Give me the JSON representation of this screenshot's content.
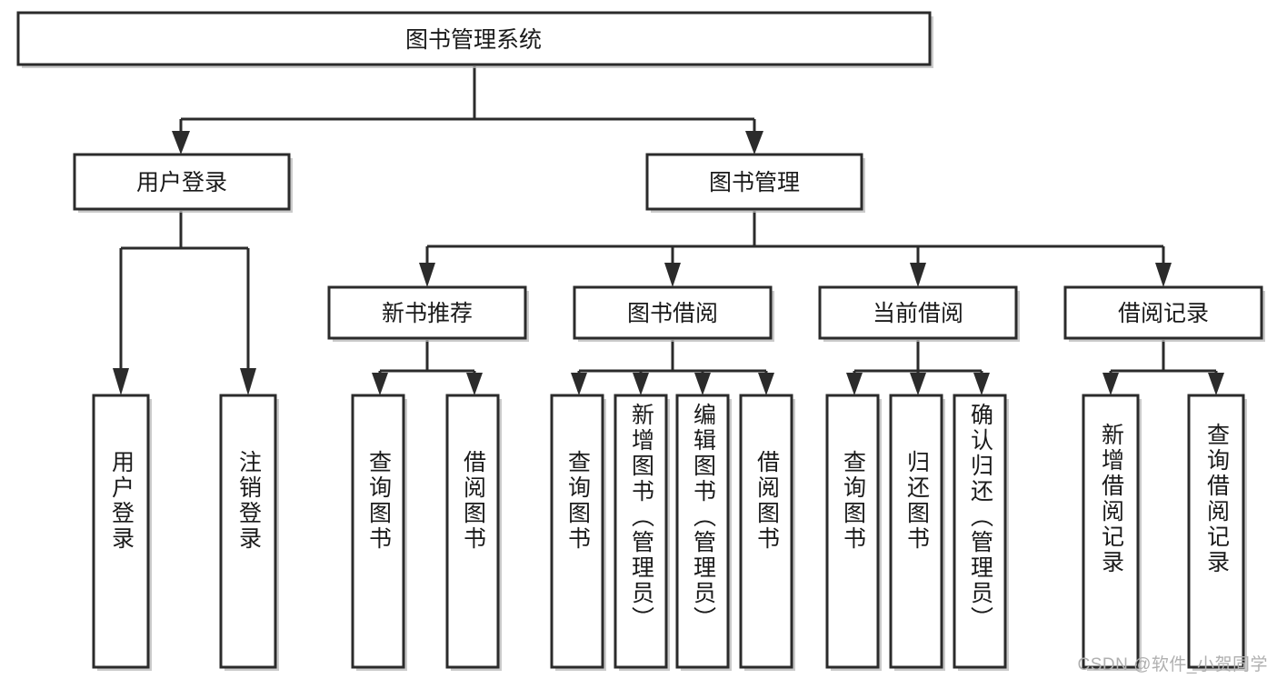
{
  "diagram": {
    "title": "图书管理系统",
    "type": "tree",
    "watermark": "CSDN @软件_小贺同学",
    "colors": {
      "box_fill": "#ffffff",
      "box_stroke": "#2b2b2b",
      "connector": "#2b2b2b",
      "shadow": "#b9b9b9",
      "text": "#1a1a1a",
      "watermark": "#b0b0b0",
      "background": "#ffffff"
    },
    "levels": {
      "root": {
        "label": "图书管理系统"
      },
      "level2": [
        {
          "id": "user-login",
          "label": "用户登录"
        },
        {
          "id": "book-management",
          "label": "图书管理"
        }
      ],
      "level3": [
        {
          "id": "new-book-recommend",
          "label": "新书推荐",
          "parent": "book-management"
        },
        {
          "id": "book-borrow",
          "label": "图书借阅",
          "parent": "book-management"
        },
        {
          "id": "current-borrow",
          "label": "当前借阅",
          "parent": "book-management"
        },
        {
          "id": "borrow-record",
          "label": "借阅记录",
          "parent": "book-management"
        }
      ],
      "leaves": [
        {
          "id": "leaf-user-login",
          "label": "用户登录",
          "parent": "user-login"
        },
        {
          "id": "leaf-logout-login",
          "label": "注销登录",
          "parent": "user-login"
        },
        {
          "id": "leaf-query-book-1",
          "label": "查询图书",
          "parent": "new-book-recommend"
        },
        {
          "id": "leaf-borrow-book-1",
          "label": "借阅图书",
          "parent": "new-book-recommend"
        },
        {
          "id": "leaf-query-book-2",
          "label": "查询图书",
          "parent": "book-borrow"
        },
        {
          "id": "leaf-add-book",
          "label": "新增图书（管理员）",
          "parent": "book-borrow"
        },
        {
          "id": "leaf-edit-book",
          "label": "编辑图书（管理员）",
          "parent": "book-borrow"
        },
        {
          "id": "leaf-borrow-book-2",
          "label": "借阅图书",
          "parent": "book-borrow"
        },
        {
          "id": "leaf-query-book-3",
          "label": "查询图书",
          "parent": "current-borrow"
        },
        {
          "id": "leaf-return-book",
          "label": "归还图书",
          "parent": "current-borrow"
        },
        {
          "id": "leaf-confirm-return",
          "label": "确认归还（管理员）",
          "parent": "current-borrow"
        },
        {
          "id": "leaf-add-record",
          "label": "新增借阅记录",
          "parent": "borrow-record"
        },
        {
          "id": "leaf-query-record",
          "label": "查询借阅记录",
          "parent": "borrow-record"
        }
      ]
    }
  }
}
